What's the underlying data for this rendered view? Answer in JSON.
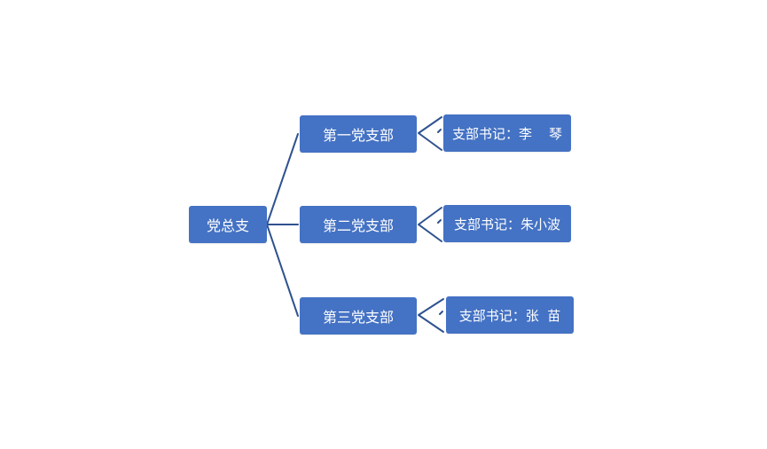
{
  "colors": {
    "node_fill": "#4472C4",
    "connector": "#2F528F",
    "background": "#FFFFFF",
    "text": "#FFFFFF"
  },
  "root": {
    "label": "党总支"
  },
  "branches": [
    {
      "label": "第一党支部",
      "secretary": "支部书记：李    琴"
    },
    {
      "label": "第二党支部",
      "secretary": "支部书记：朱小波"
    },
    {
      "label": "第三党支部",
      "secretary": "支部书记：张  苗"
    }
  ]
}
